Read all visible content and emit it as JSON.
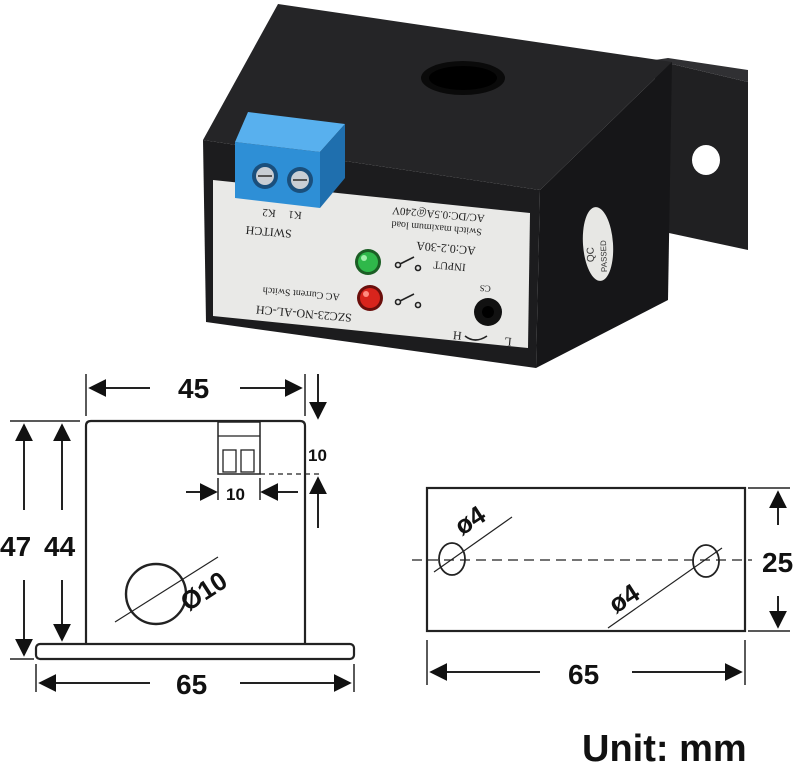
{
  "product_label": {
    "model": "SZC23-NO-AL-CH",
    "type": "AC Current Switch",
    "switch_title": "SWITCH",
    "k1": "K1",
    "k2": "K2",
    "input_title": "INPUT",
    "input_range": "AC:0.2-30A",
    "max_load_title": "Switch maximum load",
    "max_load": "AC/DC:0.5A@240V",
    "cs": "CS",
    "h": "H",
    "l": "L",
    "qc_line1": "QC",
    "qc_line2": "PASSED"
  },
  "front_drawing": {
    "width": "45",
    "height_total": "47",
    "height_body": "44",
    "hole": "Ø10",
    "terminal_width": "10",
    "terminal_height": "10",
    "base_width": "65"
  },
  "top_drawing": {
    "hole_left": "ø4",
    "hole_right": "ø4",
    "height": "25",
    "width": "65"
  },
  "unit_label": "Unit: mm",
  "colors": {
    "housing": "#1c1c1e",
    "terminal": "#2e8fd6",
    "label_paper": "#e9e9e7",
    "led_green": "#2fb84a",
    "led_red": "#d8241c"
  }
}
